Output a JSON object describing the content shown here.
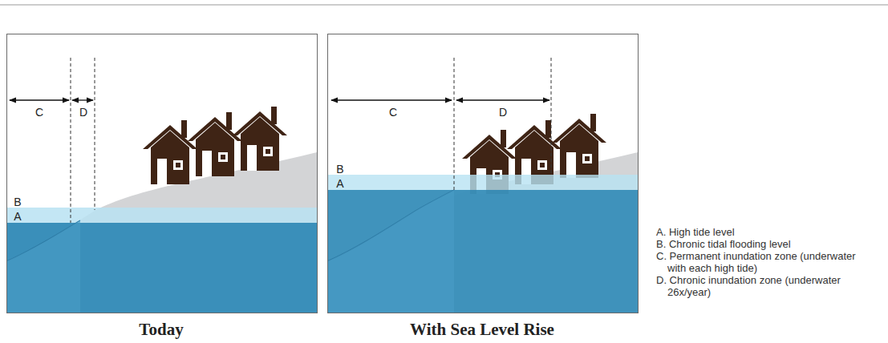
{
  "diagram": {
    "labels": [
      "C",
      "D",
      "B",
      "A",
      "C",
      "D",
      "B",
      "A",
      "Today",
      "With Sea Level Rise"
    ],
    "legend": [
      {
        "text": "A. High tide level"
      },
      {
        "text": "B. Chronic tidal flooding level"
      },
      {
        "text": "C. Permanent inundation zone (underwater with each high tide)"
      },
      {
        "text": "D. Chronic inundation zone (underwater 26x/year)"
      }
    ]
  }
}
